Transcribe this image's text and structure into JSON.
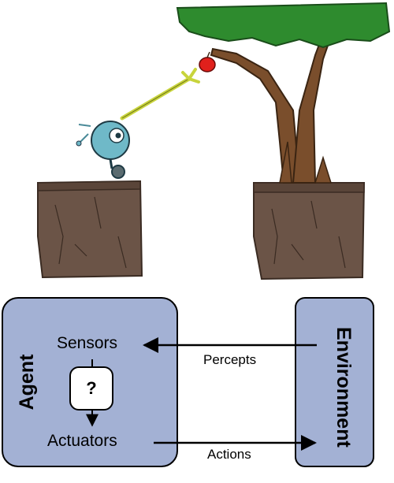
{
  "agent": {
    "title": "Agent",
    "sensors_label": "Sensors",
    "actuators_label": "Actuators",
    "decision": "?"
  },
  "environment": {
    "title": "Environment"
  },
  "arrows": {
    "percepts_label": "Percepts",
    "actions_label": "Actions"
  },
  "colors": {
    "box_fill": "#a3b1d4",
    "box_stroke": "#000000",
    "cliff": "#6b5447",
    "trunk": "#7a4e2c",
    "leaves": "#2e8b2e",
    "apple": "#e0201c",
    "robot": "#6fb9c8",
    "arm": "#c8d43c"
  }
}
